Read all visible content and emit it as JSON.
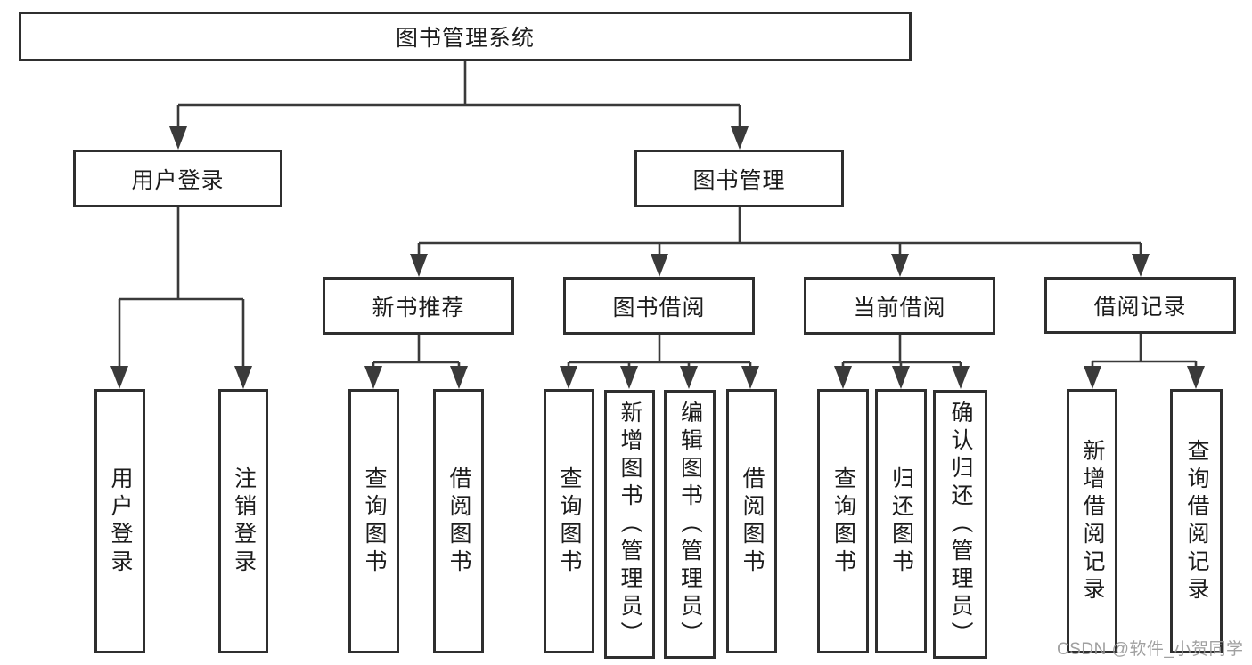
{
  "tree": {
    "root": {
      "label": "图书管理系统"
    },
    "branches": [
      {
        "label": "用户登录",
        "children": [
          {
            "label": "用户登录"
          },
          {
            "label": "注销登录"
          }
        ]
      },
      {
        "label": "图书管理",
        "children": [
          {
            "label": "新书推荐",
            "children": [
              {
                "label": "查询图书"
              },
              {
                "label": "借阅图书"
              }
            ]
          },
          {
            "label": "图书借阅",
            "children": [
              {
                "label": "查询图书"
              },
              {
                "label": "新增图书（管理员）"
              },
              {
                "label": "编辑图书（管理员）"
              },
              {
                "label": "借阅图书"
              }
            ]
          },
          {
            "label": "当前借阅",
            "children": [
              {
                "label": "查询图书"
              },
              {
                "label": "归还图书"
              },
              {
                "label": "确认归还（管理员）"
              }
            ]
          },
          {
            "label": "借阅记录",
            "children": [
              {
                "label": "新增借阅记录"
              },
              {
                "label": "查询借阅记录"
              }
            ]
          }
        ]
      }
    ]
  },
  "watermark": {
    "text": "CSDN @软件_小贺同学"
  },
  "colors": {
    "line": "#3a3a3a",
    "box_border": "#2f2f2f",
    "text": "#1c1c1c",
    "watermark": "#989898",
    "background": "#ffffff"
  }
}
